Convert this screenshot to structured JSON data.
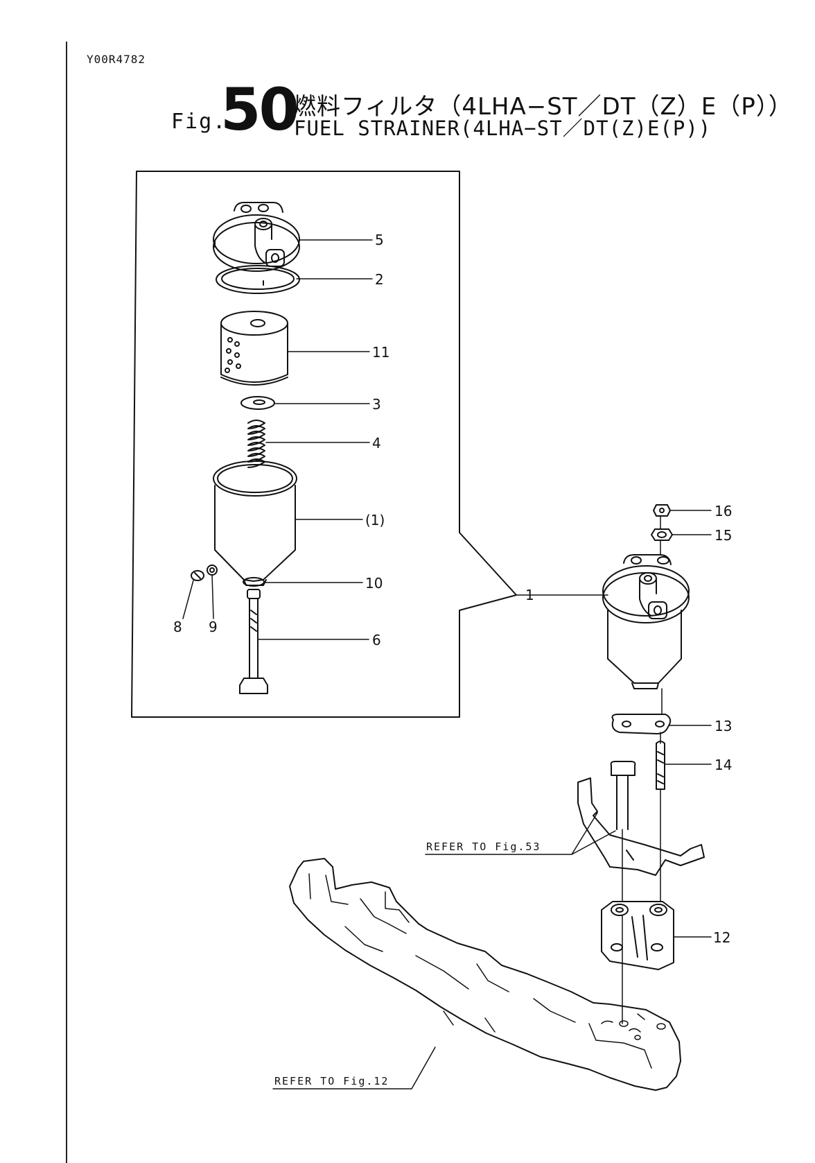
{
  "document_code": "Y00R4782",
  "figure": {
    "prefix": "Fig.",
    "number": "50",
    "title_jp": "燃料フィルタ（4LHA−ST／DT（Z）E（P））",
    "title_en": "FUEL STRAINER(4LHA−ST／DT(Z)E(P))"
  },
  "callouts": {
    "p5": "5",
    "p2": "2",
    "p11": "11",
    "p3": "3",
    "p4": "4",
    "p1_paren": "(1)",
    "p10": "10",
    "p8": "8",
    "p9": "9",
    "p6": "6",
    "p1": "1",
    "p16": "16",
    "p15": "15",
    "p13": "13",
    "p14": "14",
    "p12": "12"
  },
  "references": {
    "fig53": "REFER TO Fig.53",
    "fig12": "REFER TO Fig.12"
  },
  "colors": {
    "ink": "#111111",
    "paper": "#ffffff"
  }
}
